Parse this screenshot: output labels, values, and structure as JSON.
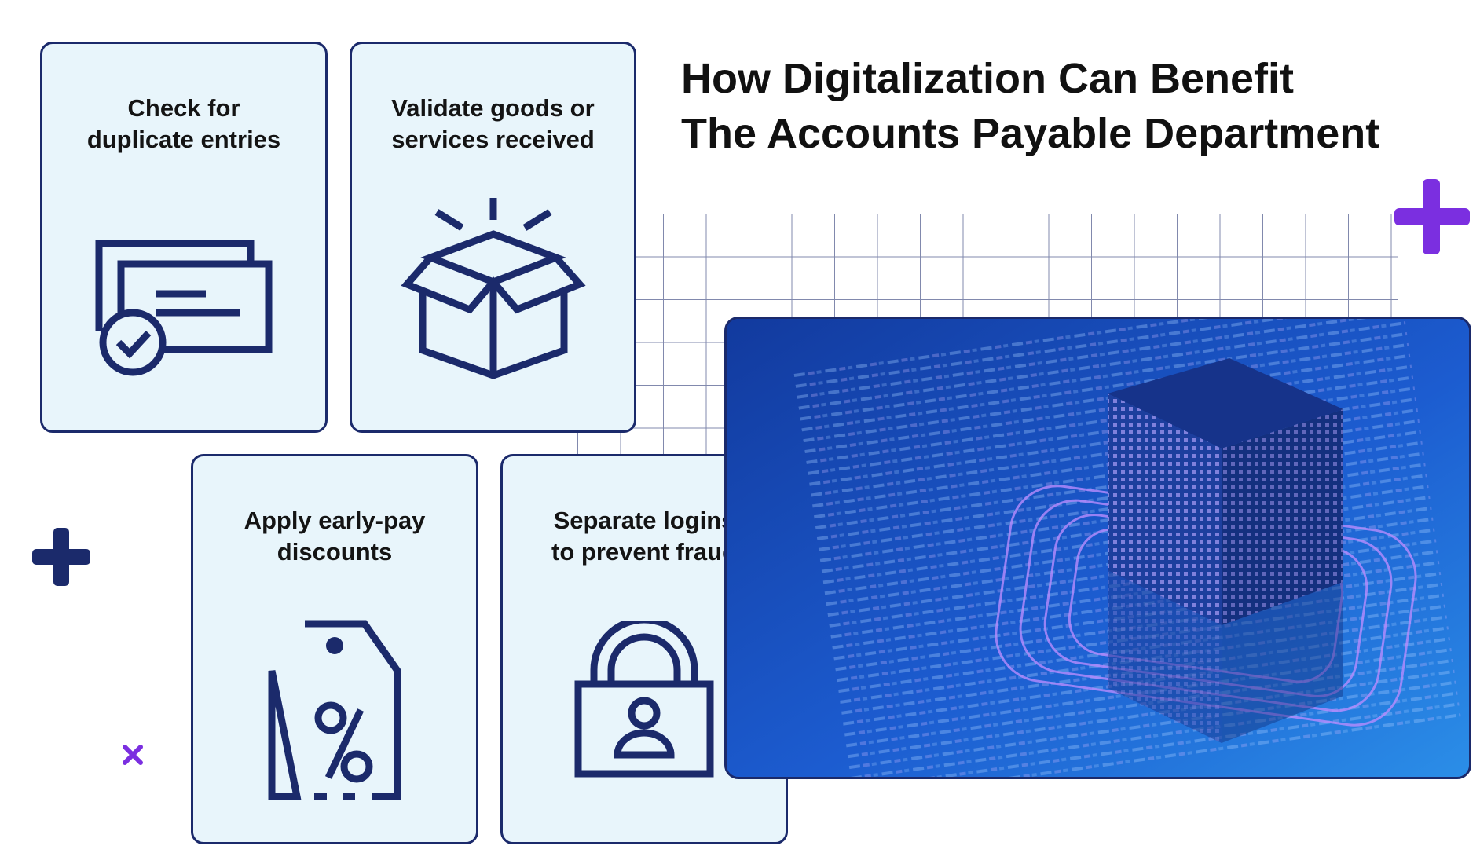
{
  "title": {
    "line1": "How Digitalization Can Benefit",
    "line2": "The Accounts Payable Department"
  },
  "cards": [
    {
      "label": "Check for\nduplicate entries",
      "icon": "duplicate-documents-check-icon"
    },
    {
      "label": "Validate goods or\nservices received",
      "icon": "open-box-icon"
    },
    {
      "label": "Apply early-pay\ndiscounts",
      "icon": "percent-tag-icon"
    },
    {
      "label": "Separate logins\nto prevent fraud",
      "icon": "user-lock-icon"
    }
  ],
  "colors": {
    "navy": "#1b2a6b",
    "card_bg": "#e8f5fb",
    "purple_accent": "#7b2fe0",
    "photo_blue": "#1a48b8"
  },
  "decorations": [
    "plus-icon",
    "plus-icon",
    "times-icon"
  ],
  "image": {
    "subject": "data-cube-illustration"
  }
}
